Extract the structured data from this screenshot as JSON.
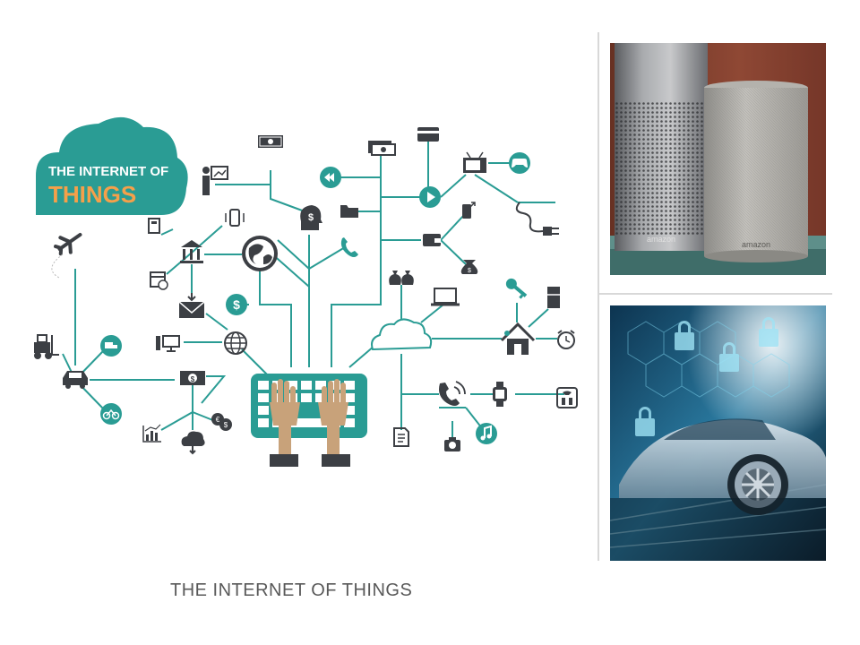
{
  "title": "THE INTERNET OF THINGS",
  "logo": {
    "line1": "THE INTERNET OF",
    "line2": "THINGS"
  },
  "speaker_brand": "amazon",
  "icons": [
    "airplane-icon",
    "forklift-icon",
    "truck-icon",
    "car-icon",
    "bicycle-icon",
    "calculator-icon",
    "phone-vibrate-icon",
    "bank-icon",
    "calendar-icon",
    "email-icon",
    "dollar-circle-icon",
    "globe-icon",
    "desktop-icon",
    "network-globe-icon",
    "bill-icon",
    "bar-chart-icon",
    "cloud-download-icon",
    "currency-icon",
    "presenter-icon",
    "money-stack-icon",
    "brain-dollar-icon",
    "wallet-cards-icon",
    "credit-card-icon",
    "rewind-icon",
    "play-icon",
    "folder-icon",
    "wallet-icon",
    "handset-icon",
    "tv-icon",
    "gamepad-icon",
    "power-plug-icon",
    "mobile-share-icon",
    "money-bag-icon",
    "money-bags-icon",
    "laptop-icon",
    "cloud-icon",
    "key-icon",
    "fridge-icon",
    "smart-home-icon",
    "alarm-clock-icon",
    "mobile-call-icon",
    "smartwatch-icon",
    "scale-icon",
    "music-icon",
    "camera-icon",
    "document-icon",
    "keyboard-hands-icon"
  ],
  "colors": {
    "teal": "#2a9c94",
    "dark": "#3c3f44",
    "skin": "#c8a27a",
    "orange": "#f5a04a",
    "caption": "#595959"
  }
}
